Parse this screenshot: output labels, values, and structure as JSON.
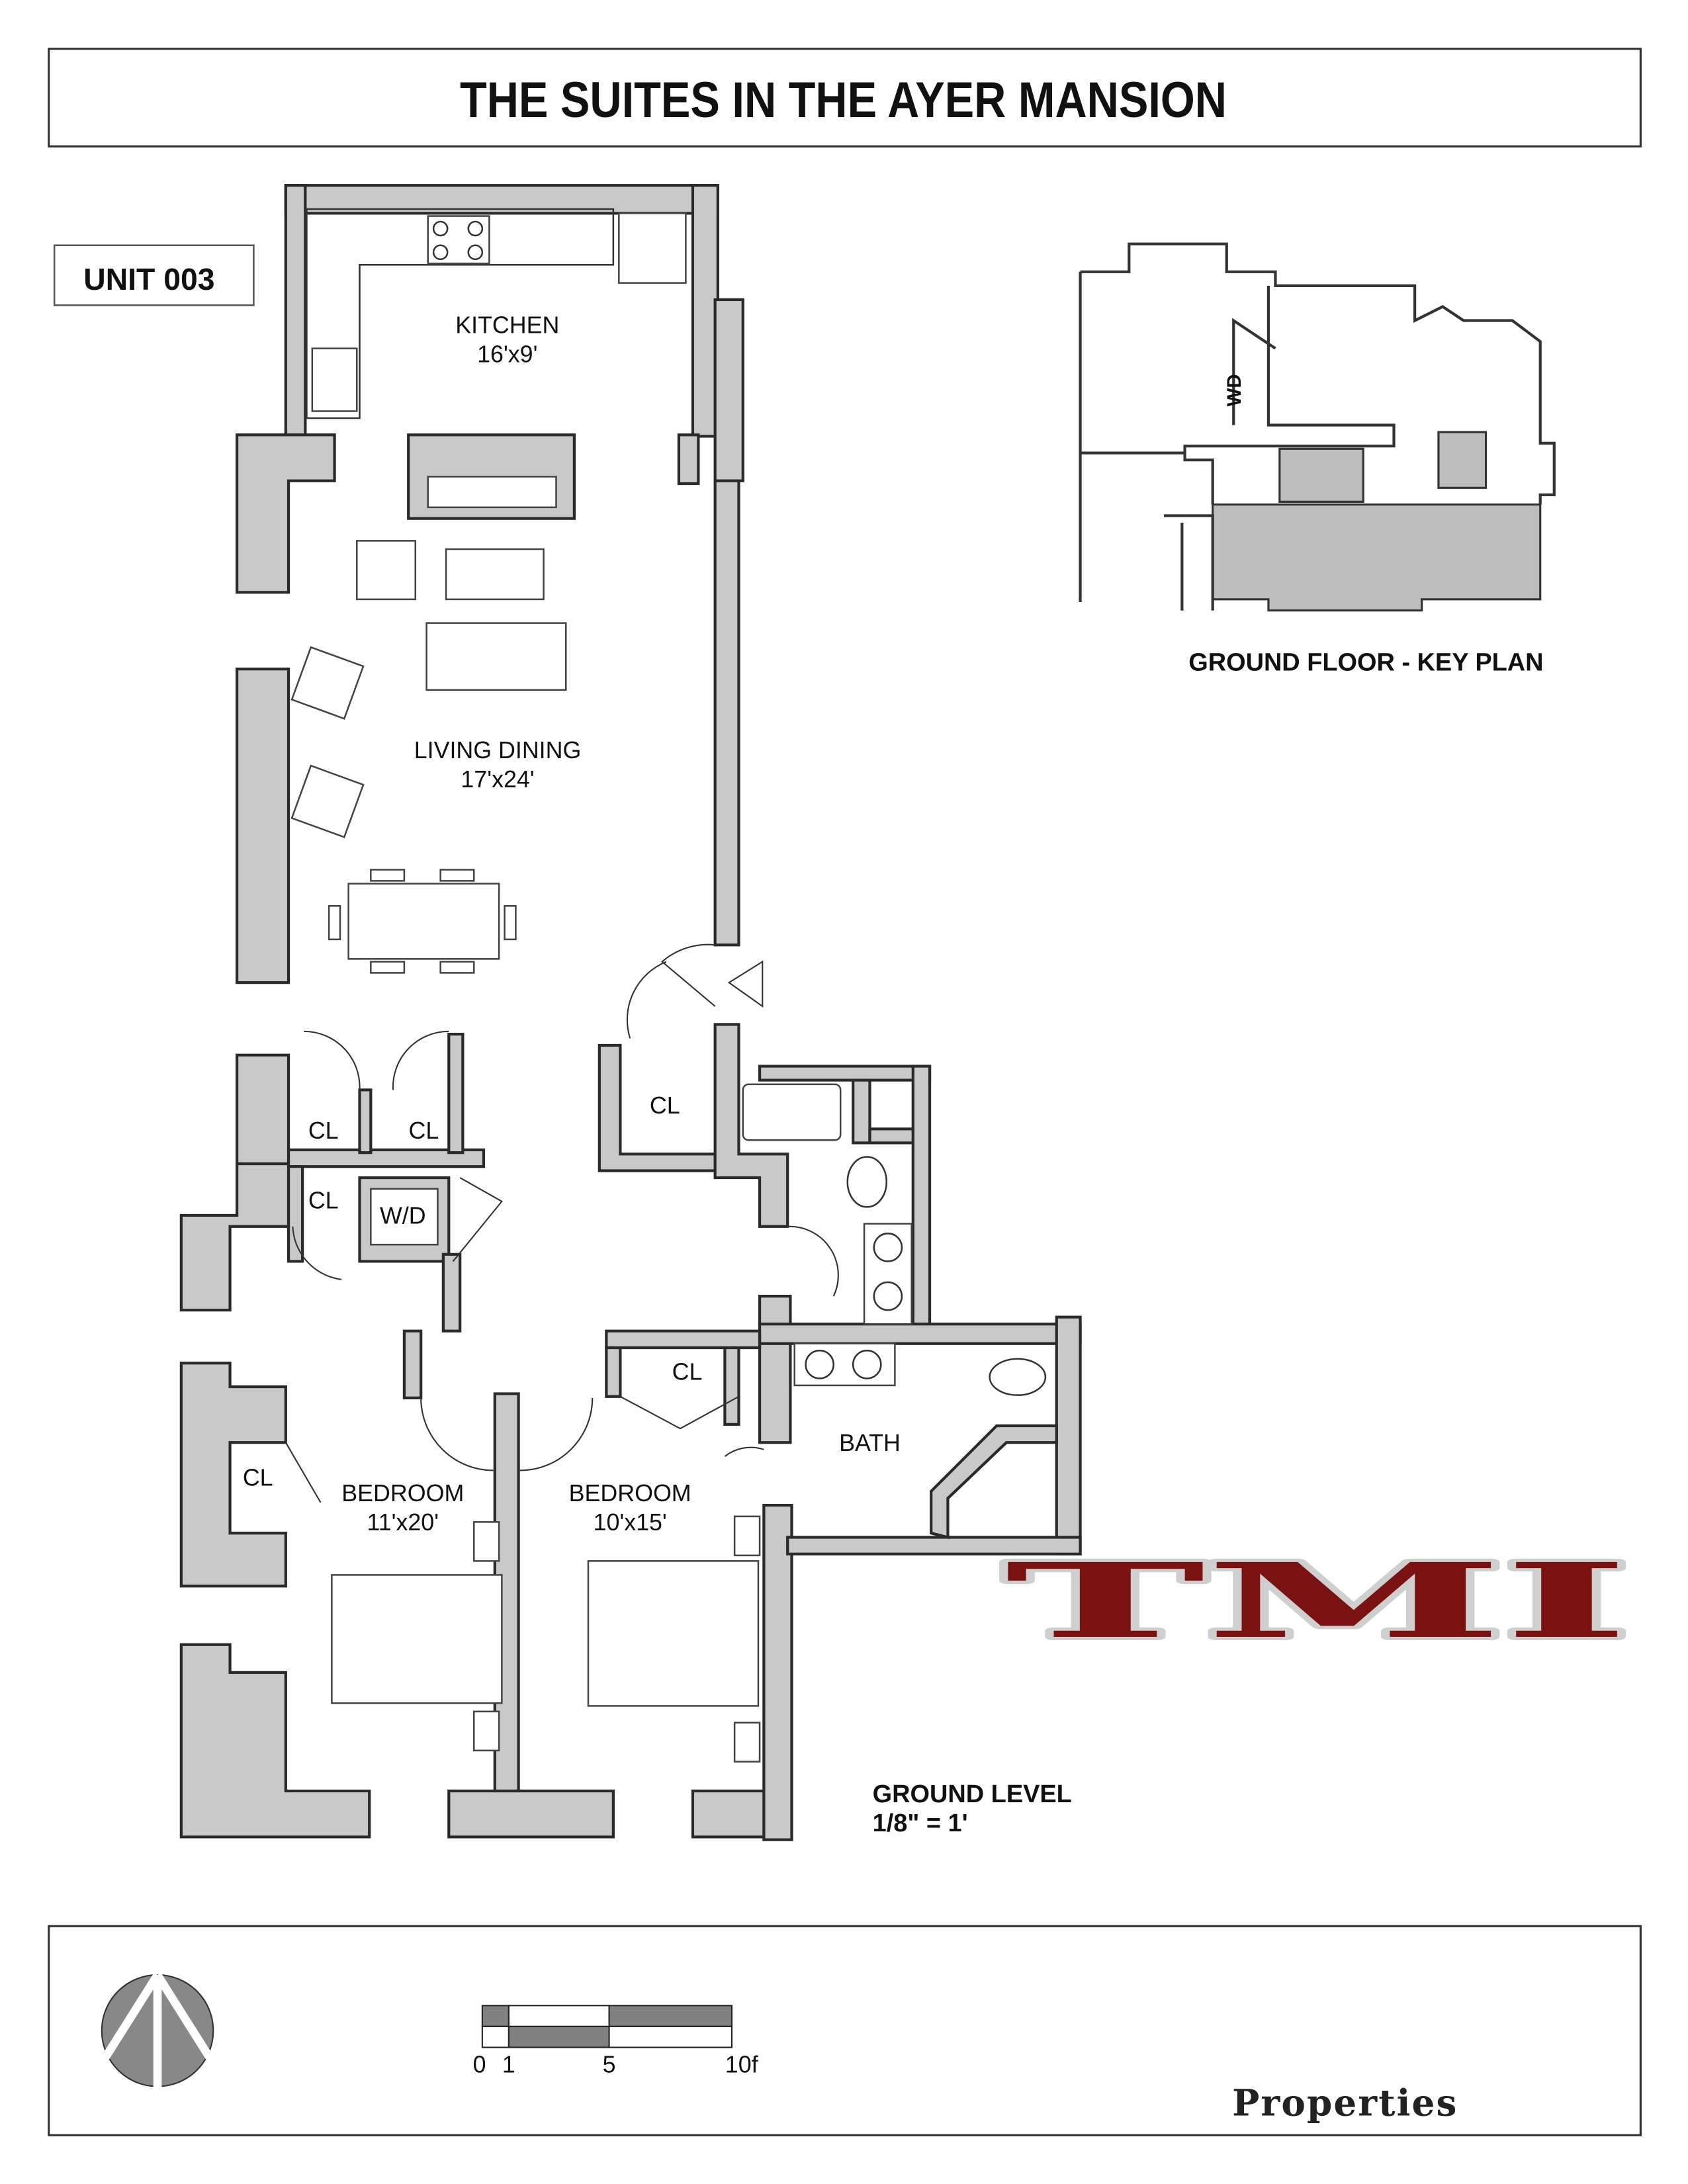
{
  "title": "THE SUITES IN THE AYER MANSION",
  "unit_label": "UNIT 003",
  "rooms": {
    "kitchen": {
      "name": "KITCHEN",
      "dims": "16'x9'"
    },
    "living": {
      "name": "LIVING DINING",
      "dims": "17'x24'"
    },
    "bedroom1": {
      "name": "BEDROOM",
      "dims": "11'x20'"
    },
    "bedroom2": {
      "name": "BEDROOM",
      "dims": "10'x15'"
    },
    "bath": {
      "name": "BATH"
    },
    "closets": [
      "CL",
      "CL",
      "CL",
      "CL",
      "CL",
      "CL"
    ],
    "laundry": "W/D"
  },
  "key_plan": {
    "label": "GROUND FLOOR - KEY PLAN",
    "wd": "WD"
  },
  "level": {
    "name": "GROUND LEVEL",
    "scale": "1/8\" = 1'"
  },
  "scale_bar": {
    "ticks": [
      "0",
      "1",
      "5",
      "10f"
    ]
  },
  "logo": {
    "letters": "TMI",
    "sub": "Properties",
    "color": "#7a1212"
  },
  "colors": {
    "wall": "#c9c9c9",
    "key_fill": "#bdbdbd"
  }
}
